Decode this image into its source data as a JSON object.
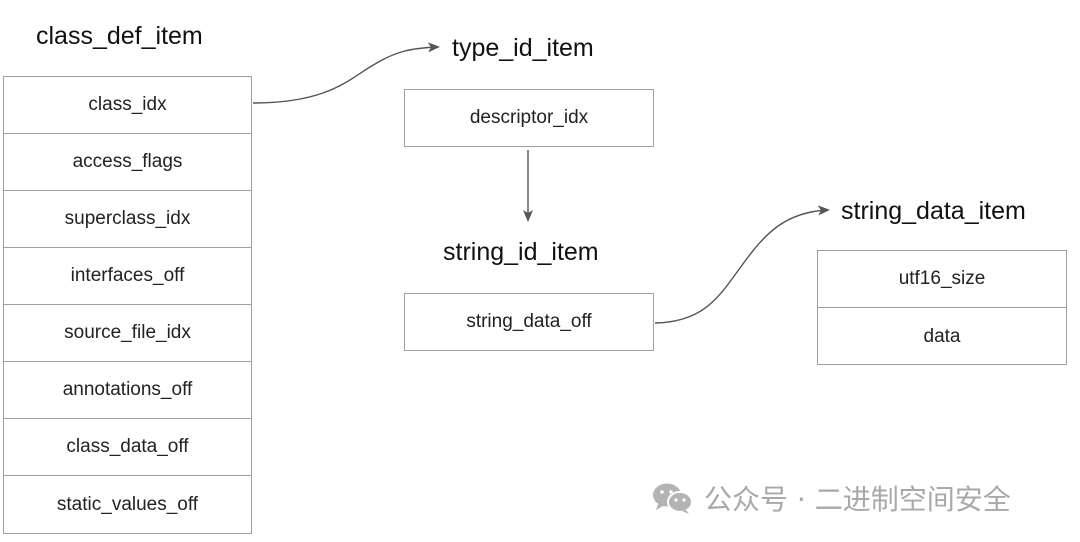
{
  "class_def_item": {
    "title": "class_def_item",
    "fields": [
      "class_idx",
      "access_flags",
      "superclass_idx",
      "interfaces_off",
      "source_file_idx",
      "annotations_off",
      "class_data_off",
      "static_values_off"
    ]
  },
  "type_id_item": {
    "title": "type_id_item",
    "fields": [
      "descriptor_idx"
    ]
  },
  "string_id_item": {
    "title": "string_id_item",
    "fields": [
      "string_data_off"
    ]
  },
  "string_data_item": {
    "title": "string_data_item",
    "fields": [
      "utf16_size",
      "data"
    ]
  },
  "watermark": {
    "text": "公众号 · 二进制空间安全",
    "icon": "wechat-icon"
  },
  "colors": {
    "border": "#9e9e9e",
    "arrow": "#555555",
    "watermark": "#a9a9a9"
  }
}
